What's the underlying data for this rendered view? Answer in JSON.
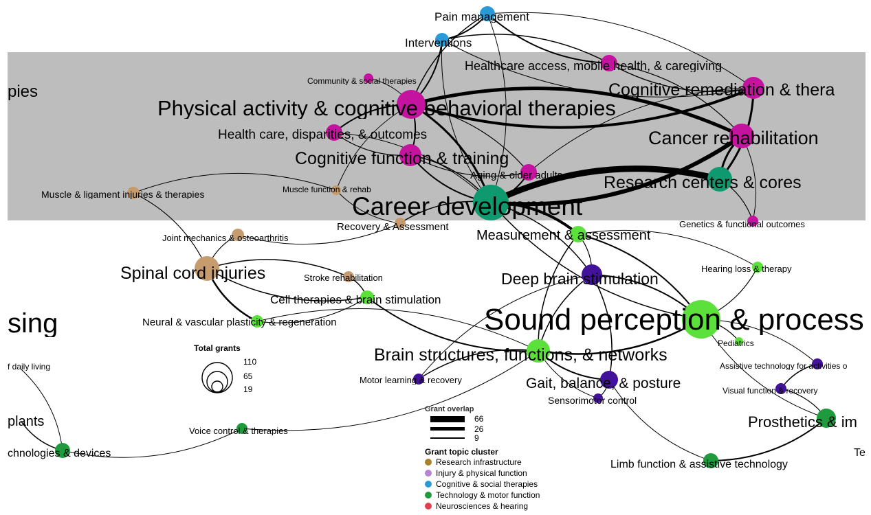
{
  "colors": {
    "research_infrastructure": "#a8812a",
    "injury_physical": "#c69b6d",
    "cognitive_social": "#c3139f",
    "technology_motor": "#0e9a6e",
    "neurosciences_hearing": "#5ce13c",
    "purple_dark": "#43129a",
    "blue": "#2a9ad6",
    "green_dark": "#1f9a3c"
  },
  "nodes": [
    {
      "id": "pain",
      "label": "Pain management",
      "color": "#2a9ad6"
    },
    {
      "id": "interventions",
      "label": "Interventions",
      "color": "#2a9ad6"
    },
    {
      "id": "healthcare",
      "label": "Healthcare access, mobile health, & caregiving",
      "color": "#c3139f"
    },
    {
      "id": "community",
      "label": "Community & social therapies",
      "color": "#c3139f"
    },
    {
      "id": "pies",
      "label": "pies",
      "color": ""
    },
    {
      "id": "cogremed",
      "label": "Cognitive remediation & thera",
      "color": "#c3139f"
    },
    {
      "id": "physact",
      "label": "Physical activity & cognitive behavioral therapies",
      "color": "#c3139f"
    },
    {
      "id": "hcdisp",
      "label": "Health care, disparities, & outcomes",
      "color": "#c3139f"
    },
    {
      "id": "cancer",
      "label": "Cancer rehabilitation",
      "color": "#c3139f"
    },
    {
      "id": "cogfunc",
      "label": "Cognitive function & training",
      "color": "#c3139f"
    },
    {
      "id": "aging",
      "label": "Aging & older adults",
      "color": "#c3139f"
    },
    {
      "id": "research",
      "label": "Research centers & cores",
      "color": "#0e9a6e"
    },
    {
      "id": "muscle",
      "label": "Muscle & ligament injuries & therapies",
      "color": "#c69b6d"
    },
    {
      "id": "musclefunc",
      "label": "Muscle function & rehab",
      "color": "#c69b6d"
    },
    {
      "id": "career",
      "label": "Career development",
      "color": "#0e9a6e"
    },
    {
      "id": "genetics",
      "label": "Genetics & functional outcomes",
      "color": "#c3139f"
    },
    {
      "id": "recovery",
      "label": "Recovery & Assessment",
      "color": "#c69b6d"
    },
    {
      "id": "joint",
      "label": "Joint mechanics & osteoarthritis",
      "color": "#c69b6d"
    },
    {
      "id": "measure",
      "label": "Measurement & assessment",
      "color": "#5ce13c"
    },
    {
      "id": "spinal",
      "label": "Spinal cord injuries",
      "color": "#c69b6d"
    },
    {
      "id": "stroke",
      "label": "Stroke rehabilitation",
      "color": "#c69b6d"
    },
    {
      "id": "dbs",
      "label": "Deep brain stimulation",
      "color": "#43129a"
    },
    {
      "id": "hearing",
      "label": "Hearing loss & therapy",
      "color": "#5ce13c"
    },
    {
      "id": "cell",
      "label": "Cell therapies & brain stimulation",
      "color": "#5ce13c"
    },
    {
      "id": "sing",
      "label": "sing",
      "color": ""
    },
    {
      "id": "sound",
      "label": "Sound perception & process",
      "color": "#5ce13c"
    },
    {
      "id": "neural",
      "label": "Neural & vascular plasticity & regeneration",
      "color": "#5ce13c"
    },
    {
      "id": "pediatrics",
      "label": "Pediatrics",
      "color": "#5ce13c"
    },
    {
      "id": "brain",
      "label": "Brain structures, functions, & networks",
      "color": "#5ce13c"
    },
    {
      "id": "adl",
      "label": "f daily living",
      "color": ""
    },
    {
      "id": "assistive",
      "label": "Assistive technology for activities o",
      "color": "#43129a"
    },
    {
      "id": "motorlearn",
      "label": "Motor learning & recovery",
      "color": "#43129a"
    },
    {
      "id": "gait",
      "label": "Gait, balance, & posture",
      "color": "#43129a"
    },
    {
      "id": "visual",
      "label": "Visual function & recovery",
      "color": "#43129a"
    },
    {
      "id": "sensorimotor",
      "label": "Sensorimotor control",
      "color": "#43129a"
    },
    {
      "id": "plants",
      "label": "plants",
      "color": ""
    },
    {
      "id": "prosthetics",
      "label": "Prosthetics & im",
      "color": "#1f9a3c"
    },
    {
      "id": "voice",
      "label": "Voice control & therapies",
      "color": "#1f9a3c"
    },
    {
      "id": "techdev",
      "label": "chnologies & devices",
      "color": "#1f9a3c"
    },
    {
      "id": "limb",
      "label": "Limb function & assistive technology",
      "color": "#1f9a3c"
    },
    {
      "id": "te",
      "label": "Te",
      "color": ""
    }
  ],
  "legend": {
    "total_grants_title": "Total grants",
    "total_grants_values": [
      "110",
      "65",
      "19"
    ],
    "overlap_title": "Grant overlap",
    "overlap_values": [
      "66",
      "26",
      "9"
    ],
    "cluster_title": "Grant topic cluster",
    "clusters": [
      {
        "label": "Research infrastructure",
        "color": "#a8812a"
      },
      {
        "label": "Injury & physical function",
        "color": "#b784d4"
      },
      {
        "label": "Cognitive & social therapies",
        "color": "#2a9ad6"
      },
      {
        "label": "Technology & motor function",
        "color": "#1f9a3c"
      },
      {
        "label": "Neurosciences & hearing",
        "color": "#e2404f"
      }
    ]
  }
}
